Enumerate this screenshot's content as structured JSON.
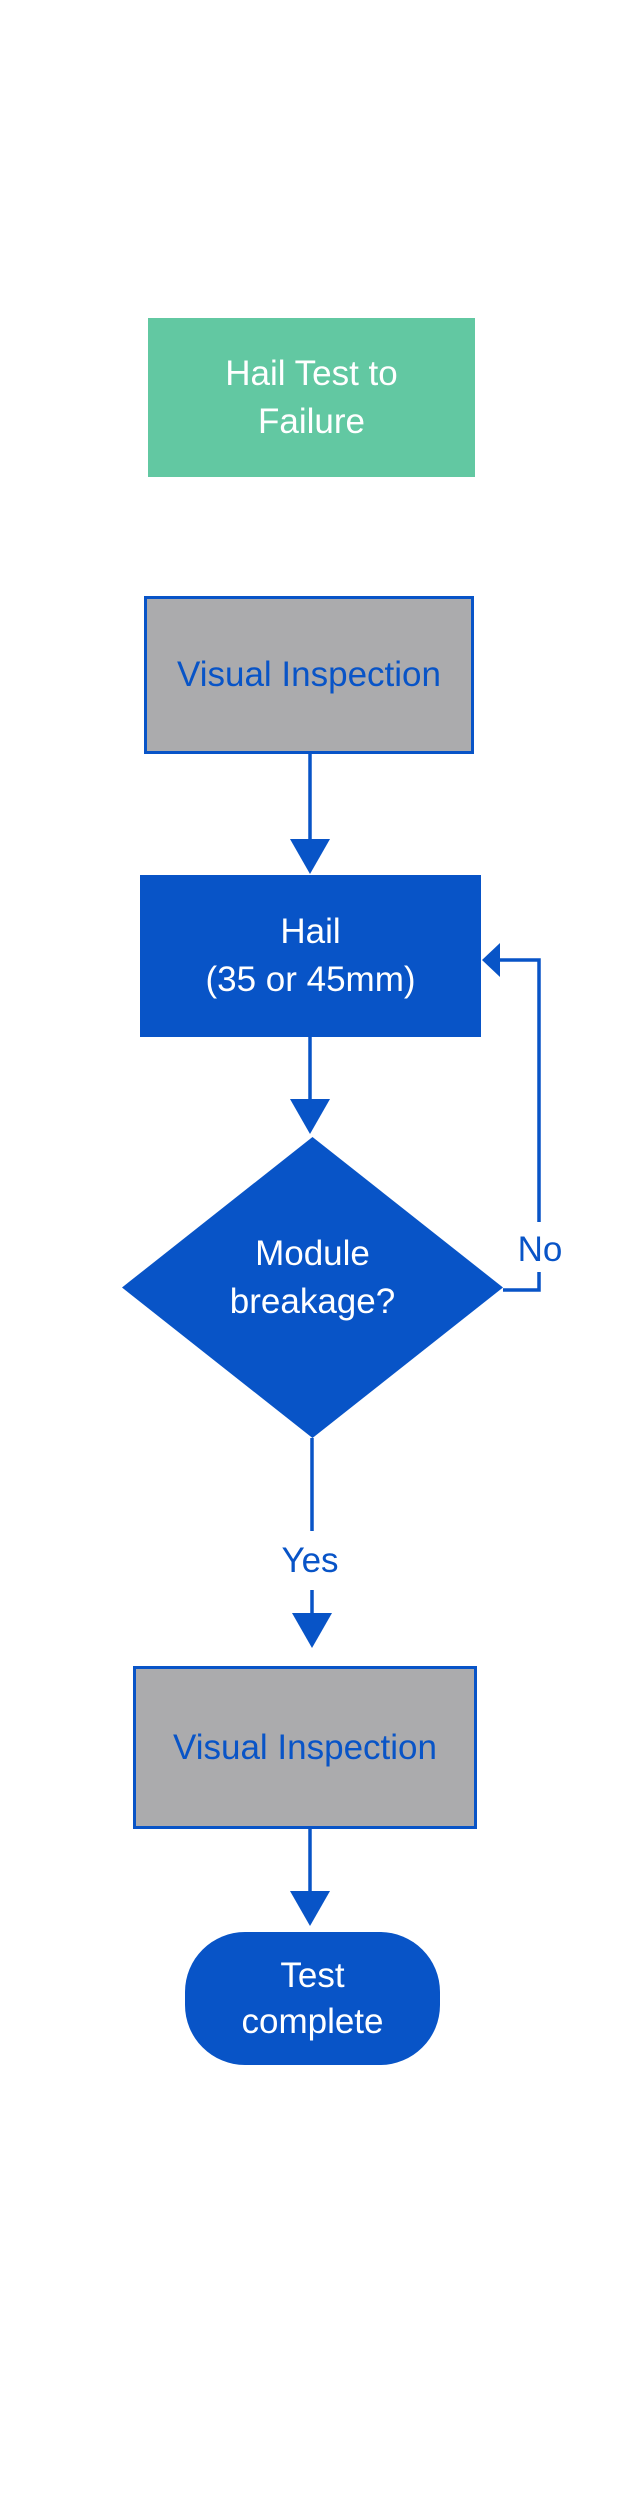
{
  "colors": {
    "accent_blue": "#0854c7",
    "mint_green": "#62c8a2",
    "gray_fill": "#ababad",
    "white_text": "#ffffff",
    "background": "#ffffff"
  },
  "flowchart": {
    "nodes": {
      "start": {
        "line1": "Hail Test to",
        "line2": "Failure"
      },
      "inspection1": {
        "label": "Visual Inspection"
      },
      "hail": {
        "line1": "Hail",
        "line2": "(35 or 45mm)"
      },
      "decision": {
        "line1": "Module",
        "line2": "breakage?"
      },
      "inspection2": {
        "label": "Visual Inspection"
      },
      "end": {
        "line1": "Test",
        "line2": "complete"
      }
    },
    "edge_labels": {
      "yes": "Yes",
      "no": "No"
    }
  }
}
